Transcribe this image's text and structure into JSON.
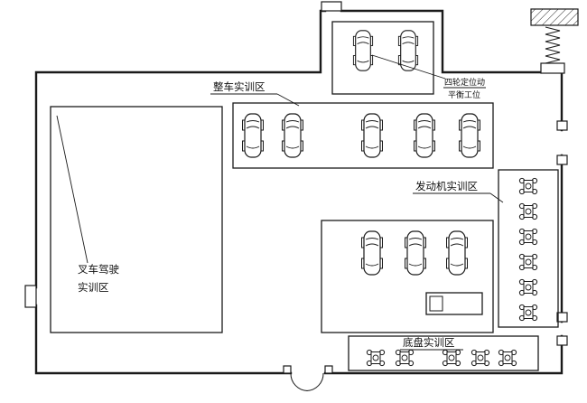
{
  "page": {
    "background": "#ffffff",
    "line_color": "#1a1a1a"
  },
  "floor_plan": {
    "labels": {
      "whole_vehicle_area": "整车实训区",
      "wheel_alignment_line1": "四轮定位动",
      "wheel_alignment_line2": "平衡工位",
      "engine_area": "发动机实训区",
      "forklift_line1": "叉车驾驶",
      "forklift_line2": "实训区",
      "chassis_area": "底盘实训区"
    },
    "icons": {
      "car_icon": "top-view-car-outline",
      "engine_icon": "engine-stand-with-casters",
      "stairs_icon": "hatched-landing-with-steps",
      "double_door_icon": "outward-swinging-double-door"
    }
  }
}
